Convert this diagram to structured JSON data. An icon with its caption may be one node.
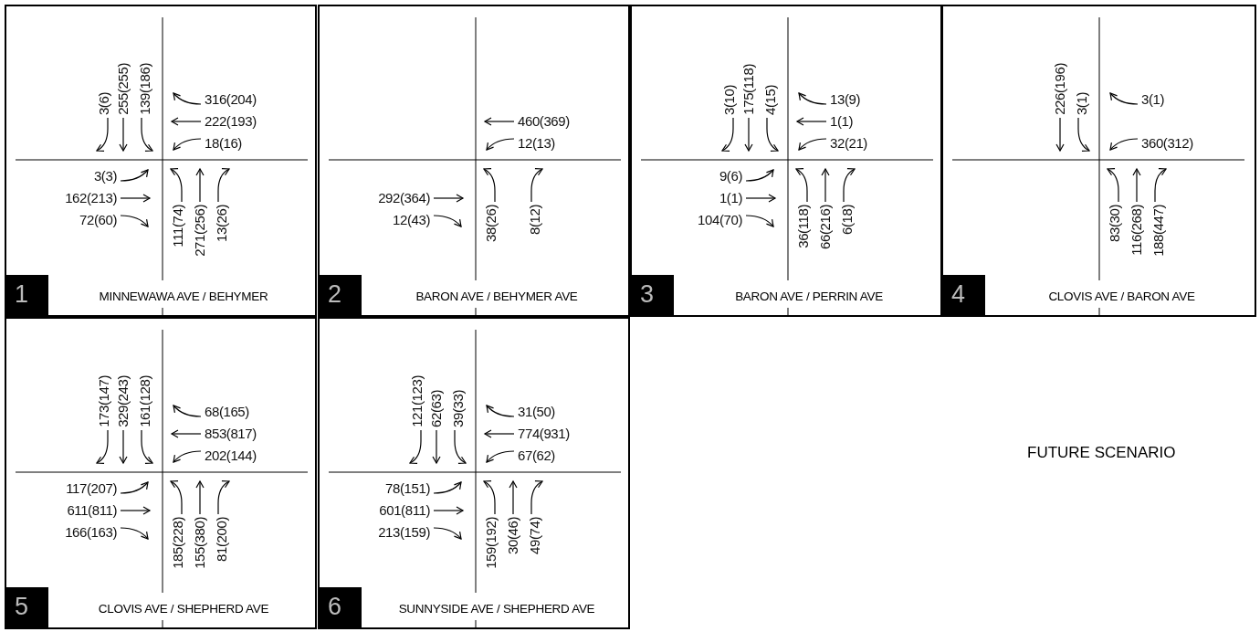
{
  "diagram": {
    "nodes": [
      {
        "text": [
          "3(6)",
          "255(255)",
          "139(186)",
          "316(204)",
          "222(193)",
          "18(16)",
          "3(3)",
          "162(213)",
          "72(60)",
          "111(74)",
          "271(256)",
          "13(26)",
          "MINNEWAWA AVE / BEHYMER"
        ]
      },
      {
        "text": [
          "1"
        ],
        "in": 0
      },
      {
        "text": [
          "460(369)",
          "12(13)",
          "292(364)",
          "12(43)",
          "38(26)",
          "8(12)",
          "BARON AVE / BEHYMER AVE"
        ]
      },
      {
        "text": [
          "2"
        ],
        "in": 2
      },
      {
        "text": [
          "3(10)",
          "175(118)",
          "4(15)",
          "13(9)",
          "1(1)",
          "32(21)",
          "9(6)",
          "1(1)",
          "104(70)",
          "36(118)",
          "66(216)",
          "6(18)",
          "BARON AVE / PERRIN AVE"
        ]
      },
      {
        "text": [
          "3"
        ],
        "in": 4
      },
      {
        "text": [
          "226(196)",
          "3(1)",
          "3(1)",
          "360(312)",
          "83(30)",
          "116(268)",
          "188(447)",
          "CLOVIS AVE / BARON AVE"
        ]
      },
      {
        "text": [
          "4"
        ],
        "in": 6
      },
      {
        "text": [
          "173(147)",
          "329(243)",
          "161(128)",
          "68(165)",
          "853(817)",
          "202(144)",
          "117(207)",
          "611(811)",
          "166(163)",
          "185(228)",
          "155(380)",
          "81(200)",
          "CLOVIS AVE / SHEPHERD AVE"
        ]
      },
      {
        "text": [
          "5"
        ],
        "in": 8
      },
      {
        "text": [
          "121(123)",
          "62(63)",
          "39(33)",
          "31(50)",
          "774(931)",
          "67(62)",
          "78(151)",
          "601(811)",
          "213(159)",
          "159(192)",
          "30(46)",
          "49(74)",
          "SUNNYSIDE AVE / SHEPHERD AVE"
        ]
      },
      {
        "text": [
          "6"
        ],
        "in": 10
      }
    ],
    "edges": [],
    "labels": [
      "FUTURE SCENARIO"
    ]
  }
}
